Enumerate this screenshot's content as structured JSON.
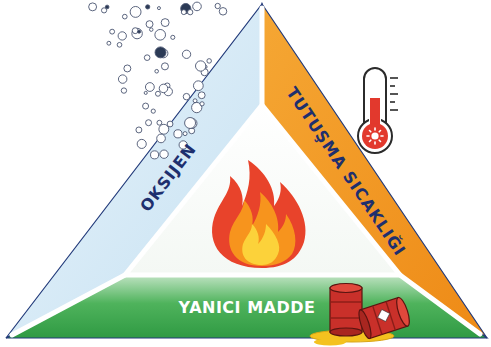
{
  "diagram": {
    "nodes": [
      {
        "text": [
          "OKSIJEN"
        ]
      },
      {
        "text": [
          "TUTUŞMA SICAKLIĞI"
        ]
      },
      {
        "text": [
          "YANICI MADDE"
        ]
      }
    ]
  }
}
